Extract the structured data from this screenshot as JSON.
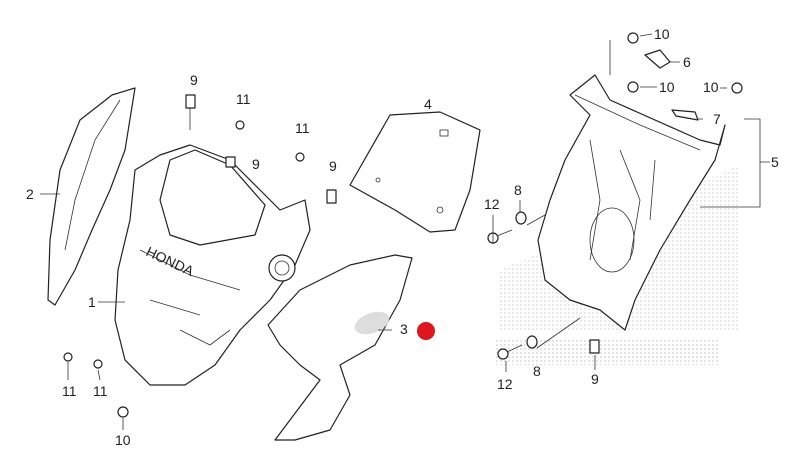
{
  "diagram": {
    "title": "Front cowl / meter panel exploded parts diagram",
    "watermark": "HONDA",
    "brand_on_part": "HONDA",
    "marker_color": "#e0161e",
    "callouts": [
      {
        "num": "9"
      },
      {
        "num": "11"
      },
      {
        "num": "11"
      },
      {
        "num": "9"
      },
      {
        "num": "9"
      },
      {
        "num": "4"
      },
      {
        "num": "2"
      },
      {
        "num": "1"
      },
      {
        "num": "3"
      },
      {
        "num": "11"
      },
      {
        "num": "11"
      },
      {
        "num": "10"
      },
      {
        "num": "10"
      },
      {
        "num": "6"
      },
      {
        "num": "10"
      },
      {
        "num": "10"
      },
      {
        "num": "7"
      },
      {
        "num": "5"
      },
      {
        "num": "12"
      },
      {
        "num": "8"
      },
      {
        "num": "12"
      },
      {
        "num": "8"
      },
      {
        "num": "9"
      }
    ]
  }
}
